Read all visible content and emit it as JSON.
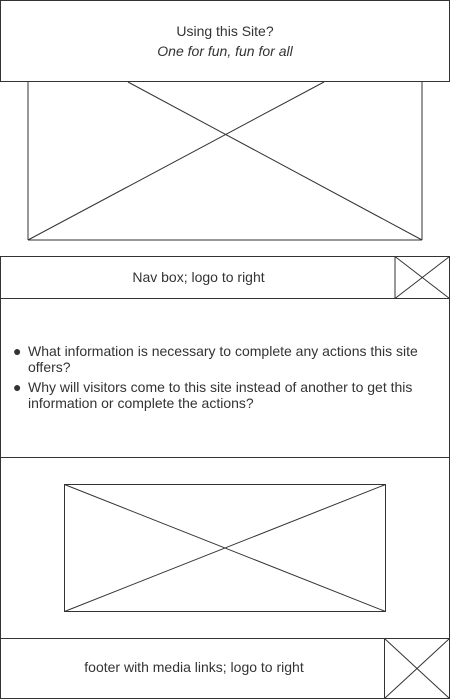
{
  "header": {
    "title": "Using this Site?",
    "tagline": "One for fun, fun for all"
  },
  "nav": {
    "label": "Nav box; logo to right"
  },
  "content": {
    "bullets": [
      "What information is necessary to complete any actions this site offers?",
      "Why will visitors come to this site instead of another to get this information or complete the actions?"
    ]
  },
  "footer": {
    "label": "footer with media links; logo to right"
  },
  "colors": {
    "stroke": "#333333",
    "background": "#ffffff"
  },
  "icons": {
    "bullet": "bullet-dot"
  }
}
